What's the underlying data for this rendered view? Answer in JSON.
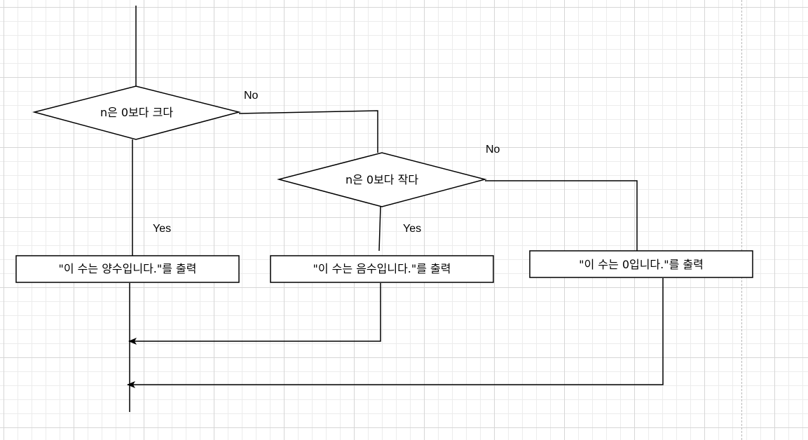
{
  "diagram": {
    "decisions": {
      "greater_than_zero": "n은 0보다 크다",
      "less_than_zero": "n은 0보다 작다"
    },
    "processes": {
      "positive": "\"이 수는 양수입니다.\"를 출력",
      "negative": "\"이 수는 음수입니다.\"를 출력",
      "zero": "\"이 수는 0입니다.\"를 출력"
    },
    "edge_labels": {
      "no_1": "No",
      "no_2": "No",
      "yes_1": "Yes",
      "yes_2": "Yes"
    }
  },
  "colors": {
    "stroke": "#000000",
    "fill": "#ffffff",
    "grid": "#d6d6d6"
  }
}
